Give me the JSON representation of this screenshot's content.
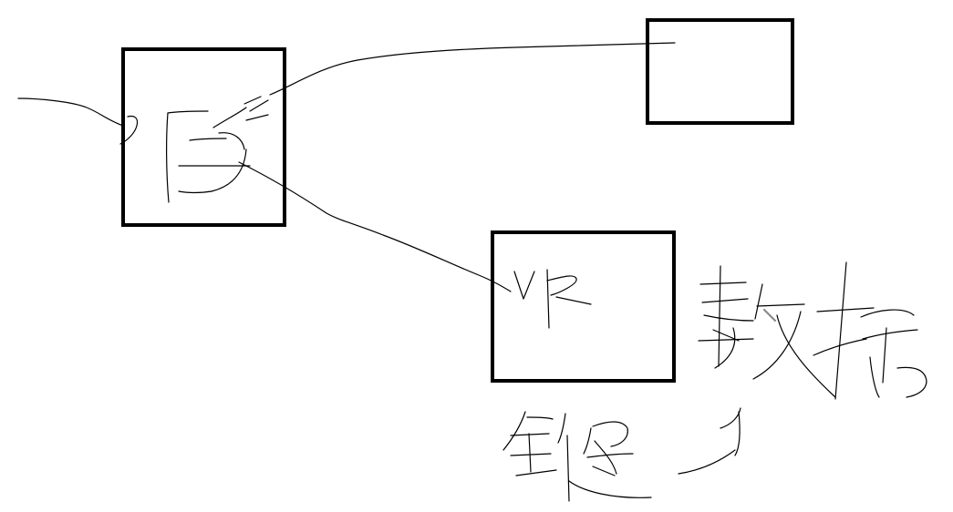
{
  "diagram": {
    "nodes": [
      {
        "id": "left-box",
        "handwritten_label": "图"
      },
      {
        "id": "top-right-box",
        "handwritten_label": ""
      },
      {
        "id": "bottom-box",
        "handwritten_label": "VR"
      }
    ],
    "free_labels": [
      "数据",
      "分?",
      "到边"
    ],
    "edges": [
      {
        "from": "outside-left",
        "to": "left-box"
      },
      {
        "from": "left-box",
        "to": "top-right-box"
      },
      {
        "from": "left-box",
        "to": "bottom-box"
      }
    ],
    "colors": {
      "background": "#ffffff",
      "ink": "#000000",
      "smudge": "#8a8a8a"
    }
  }
}
